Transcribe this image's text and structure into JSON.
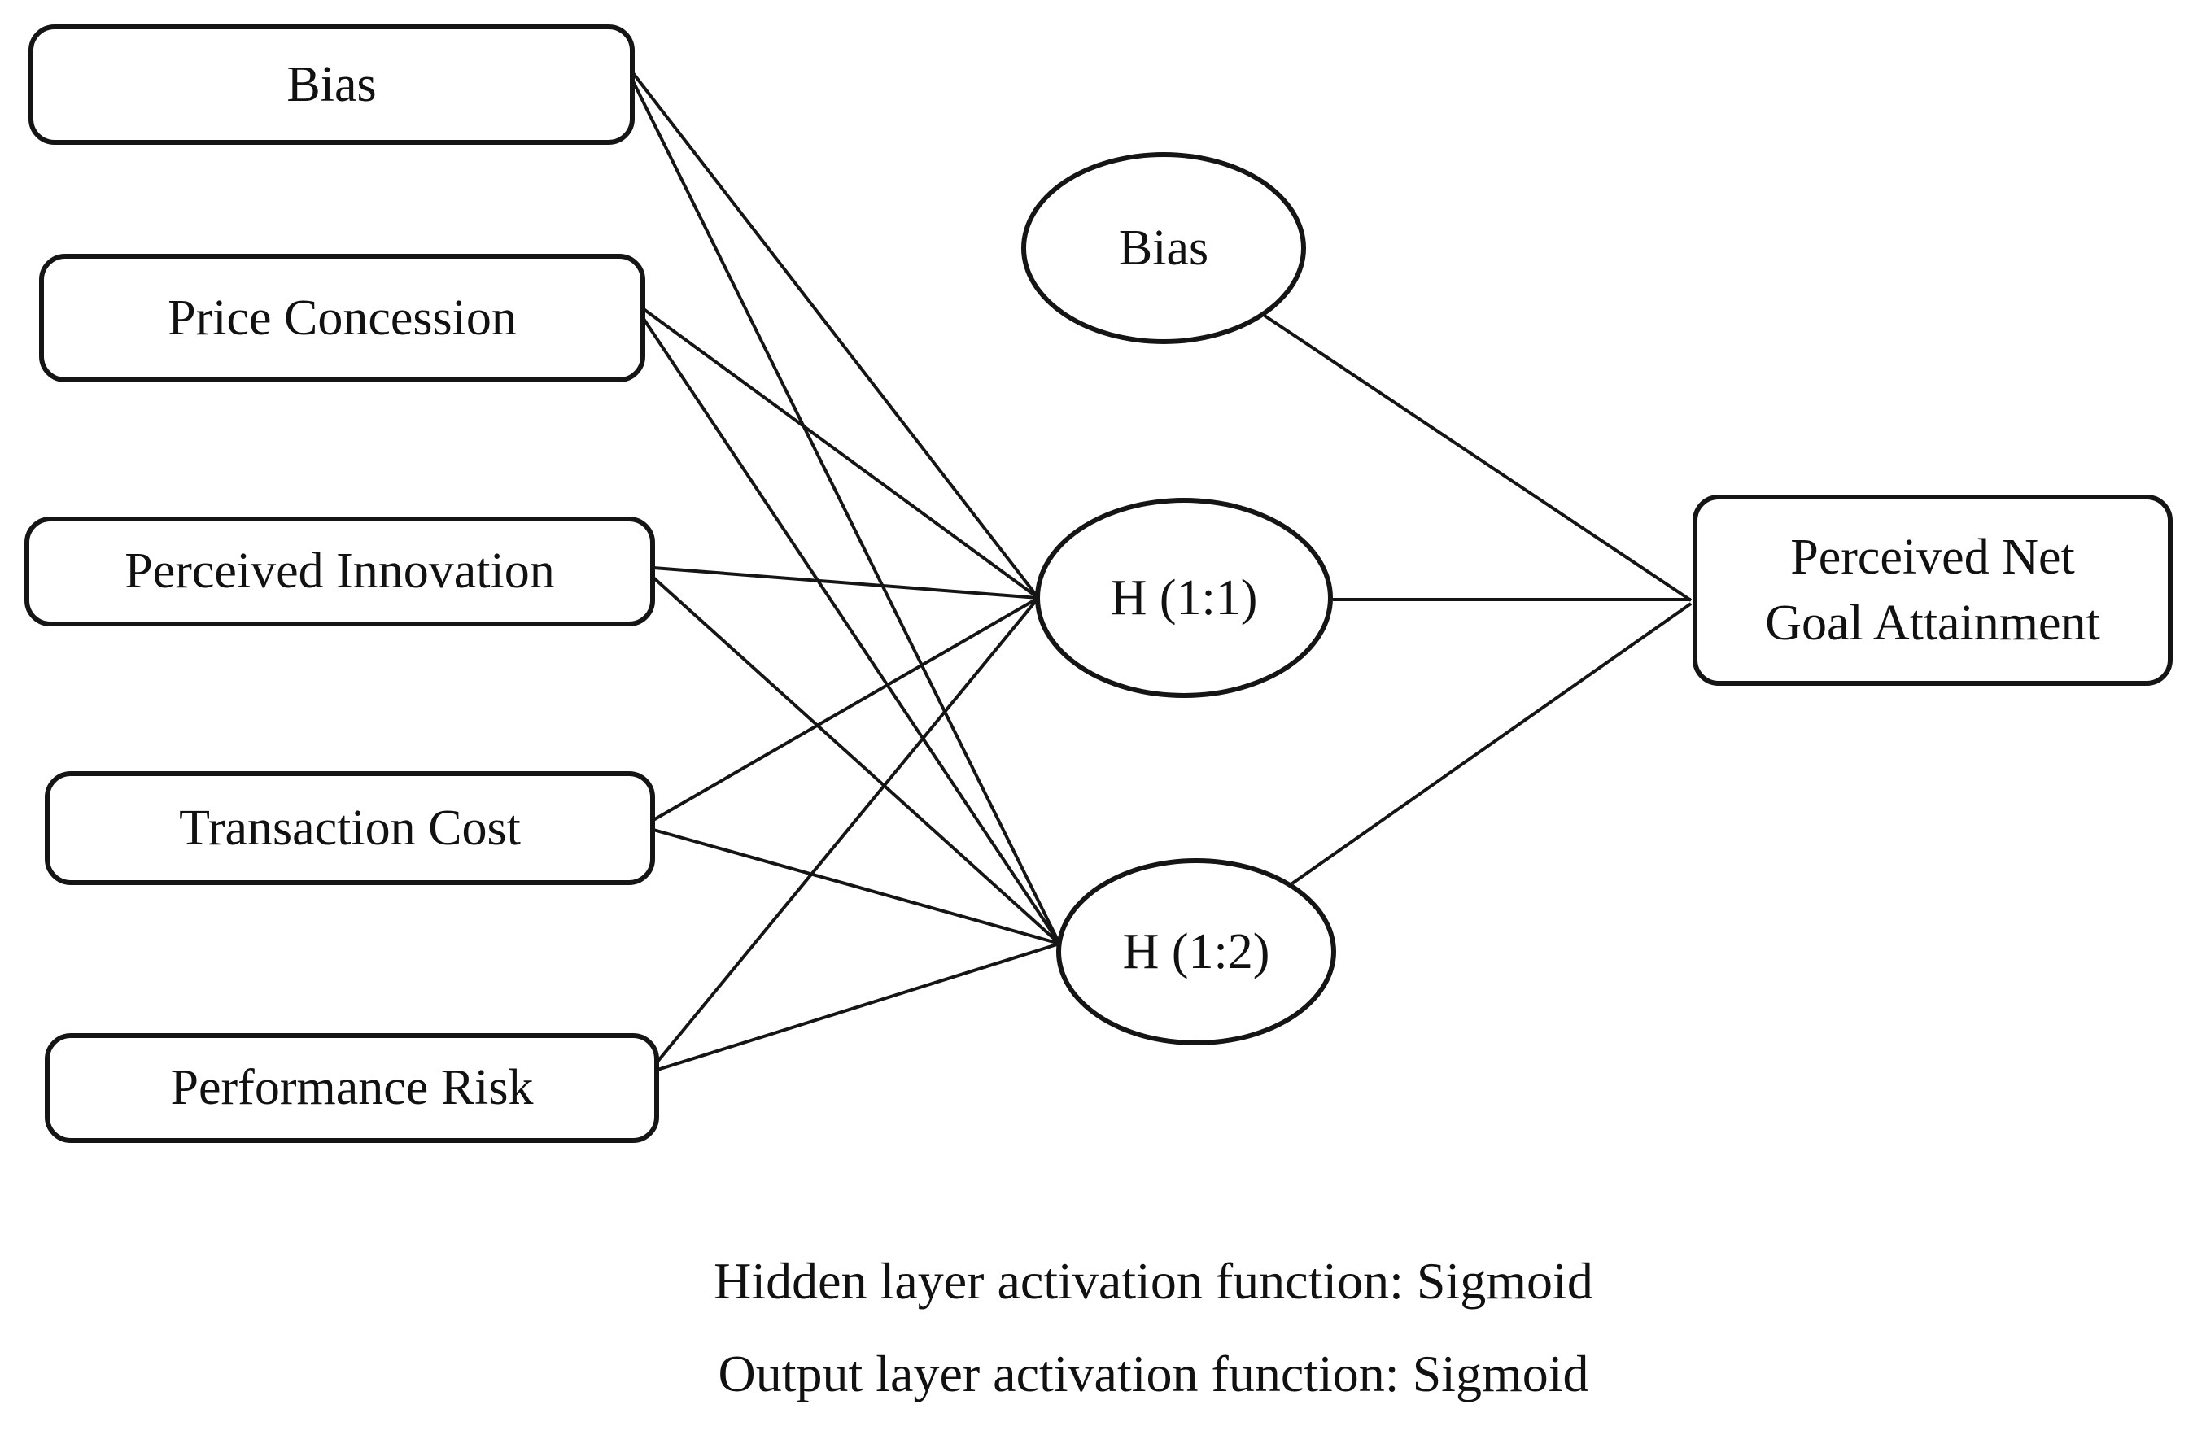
{
  "diagram": {
    "kind": "neural-network",
    "input_layer": [
      {
        "id": "input-bias",
        "label": "Bias"
      },
      {
        "id": "input-price-concession",
        "label": "Price Concession"
      },
      {
        "id": "input-perceived-innovation",
        "label": "Perceived Innovation"
      },
      {
        "id": "input-transaction-cost",
        "label": "Transaction Cost"
      },
      {
        "id": "input-performance-risk",
        "label": "Performance Risk"
      }
    ],
    "hidden_layer": [
      {
        "id": "hidden-bias",
        "label": "Bias",
        "shape": "ellipse"
      },
      {
        "id": "hidden-h11",
        "label": "H (1:1)",
        "shape": "ellipse"
      },
      {
        "id": "hidden-h12",
        "label": "H (1:2)",
        "shape": "ellipse"
      }
    ],
    "output_layer": [
      {
        "id": "output-perceived-net-goal-attainment",
        "label": "Perceived Net Goal Attainment",
        "label_line1": "Perceived Net",
        "label_line2": "Goal Attainment"
      }
    ],
    "edges": [
      {
        "from": "input-bias",
        "to": "hidden-h11"
      },
      {
        "from": "input-bias",
        "to": "hidden-h12"
      },
      {
        "from": "input-price-concession",
        "to": "hidden-h11"
      },
      {
        "from": "input-price-concession",
        "to": "hidden-h12"
      },
      {
        "from": "input-perceived-innovation",
        "to": "hidden-h11"
      },
      {
        "from": "input-perceived-innovation",
        "to": "hidden-h12"
      },
      {
        "from": "input-transaction-cost",
        "to": "hidden-h11"
      },
      {
        "from": "input-transaction-cost",
        "to": "hidden-h12"
      },
      {
        "from": "input-performance-risk",
        "to": "hidden-h11"
      },
      {
        "from": "input-performance-risk",
        "to": "hidden-h12"
      },
      {
        "from": "hidden-bias",
        "to": "output-perceived-net-goal-attainment"
      },
      {
        "from": "hidden-h11",
        "to": "output-perceived-net-goal-attainment"
      },
      {
        "from": "hidden-h12",
        "to": "output-perceived-net-goal-attainment"
      }
    ],
    "captions": [
      "Hidden layer activation function: Sigmoid",
      "Output layer activation function: Sigmoid"
    ],
    "colors": {
      "stroke": "#151515",
      "node_fill": "#ffffff",
      "background": "#ffffff",
      "text": "#111111"
    }
  }
}
